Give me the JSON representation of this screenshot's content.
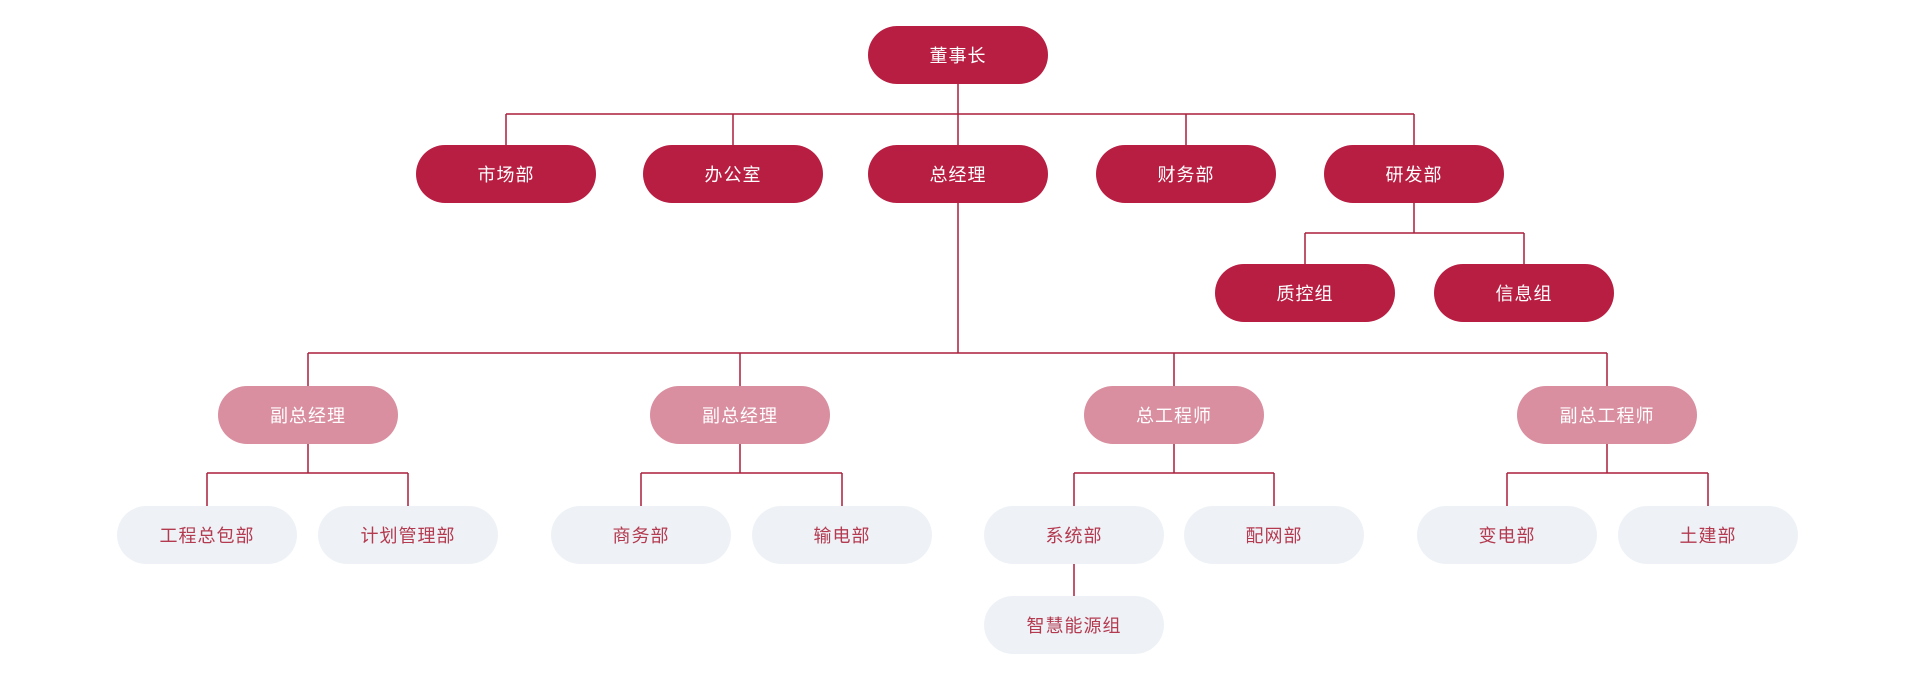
{
  "org_chart": {
    "type": "organization-tree",
    "colors": {
      "primary_fill": "#b81e42",
      "secondary_fill": "#d98fa0",
      "tertiary_fill": "#eef2f6",
      "tertiary_text": "#b43a50",
      "primary_text": "#ffffff",
      "line": "#ab1f3a",
      "background": "#ffffff"
    },
    "nodes": [
      {
        "label": "董事长",
        "level": 0,
        "parent": null,
        "style": "primary"
      },
      {
        "label": "市场部",
        "level": 1,
        "parent": "董事长",
        "style": "primary"
      },
      {
        "label": "办公室",
        "level": 1,
        "parent": "董事长",
        "style": "primary"
      },
      {
        "label": "总经理",
        "level": 1,
        "parent": "董事长",
        "style": "primary"
      },
      {
        "label": "财务部",
        "level": 1,
        "parent": "董事长",
        "style": "primary"
      },
      {
        "label": "研发部",
        "level": 1,
        "parent": "董事长",
        "style": "primary"
      },
      {
        "label": "质控组",
        "level": 2,
        "parent": "研发部",
        "style": "primary"
      },
      {
        "label": "信息组",
        "level": 2,
        "parent": "研发部",
        "style": "primary"
      },
      {
        "label": "副总经理",
        "level": 2,
        "parent": "总经理",
        "style": "secondary"
      },
      {
        "label": "副总经理",
        "level": 2,
        "parent": "总经理",
        "style": "secondary"
      },
      {
        "label": "总工程师",
        "level": 2,
        "parent": "总经理",
        "style": "secondary"
      },
      {
        "label": "副总工程师",
        "level": 2,
        "parent": "总经理",
        "style": "secondary"
      },
      {
        "label": "工程总包部",
        "level": 3,
        "parent": "副总经理",
        "style": "tertiary"
      },
      {
        "label": "计划管理部",
        "level": 3,
        "parent": "副总经理",
        "style": "tertiary"
      },
      {
        "label": "商务部",
        "level": 3,
        "parent": "副总经理",
        "style": "tertiary"
      },
      {
        "label": "输电部",
        "level": 3,
        "parent": "副总经理",
        "style": "tertiary"
      },
      {
        "label": "系统部",
        "level": 3,
        "parent": "总工程师",
        "style": "tertiary"
      },
      {
        "label": "配网部",
        "level": 3,
        "parent": "总工程师",
        "style": "tertiary"
      },
      {
        "label": "变电部",
        "level": 3,
        "parent": "副总工程师",
        "style": "tertiary"
      },
      {
        "label": "土建部",
        "level": 3,
        "parent": "副总工程师",
        "style": "tertiary"
      },
      {
        "label": "智慧能源组",
        "level": 4,
        "parent": "系统部",
        "style": "tertiary"
      }
    ]
  }
}
